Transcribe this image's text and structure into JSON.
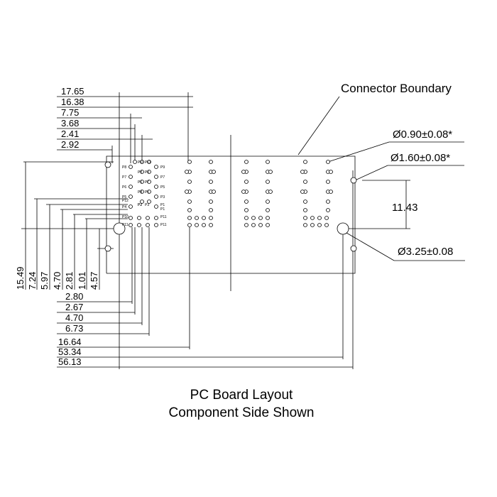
{
  "title": "Connector Boundary",
  "caption": {
    "line1": "PC Board Layout",
    "line2": "Component Side Shown"
  },
  "callouts": {
    "small_hole": "Ø0.90±0.08*",
    "medium_hole": "Ø1.60±0.08*",
    "mount_hole": "Ø3.25±0.08",
    "height": "11.43"
  },
  "top_dims": [
    "17.65",
    "16.38",
    "7.75",
    "3.68",
    "2.41",
    "2.92"
  ],
  "bottom_dims": [
    "2.80",
    "2.67",
    "4.70",
    "6.73",
    "16.64",
    "53.34",
    "56.13"
  ],
  "vertical_dims": [
    "15.49",
    "7.24",
    "5.97",
    "4.70",
    "2.81",
    "1.01",
    "4.57"
  ],
  "pin_labels": {
    "left_col": [
      "P8",
      "P7",
      "P6",
      "P5",
      "P4",
      "P10",
      "P11"
    ],
    "mid_left": [
      "P10",
      "P8",
      "P6",
      "P4",
      "P2"
    ],
    "mid_right": [
      "P11",
      "P9",
      "P7",
      "P5",
      "P3"
    ],
    "right_col": [
      "P9",
      "P7",
      "P5",
      "P3",
      "P1",
      "P11",
      "P11"
    ],
    "misc": [
      "P12",
      "P2",
      "P1"
    ]
  }
}
